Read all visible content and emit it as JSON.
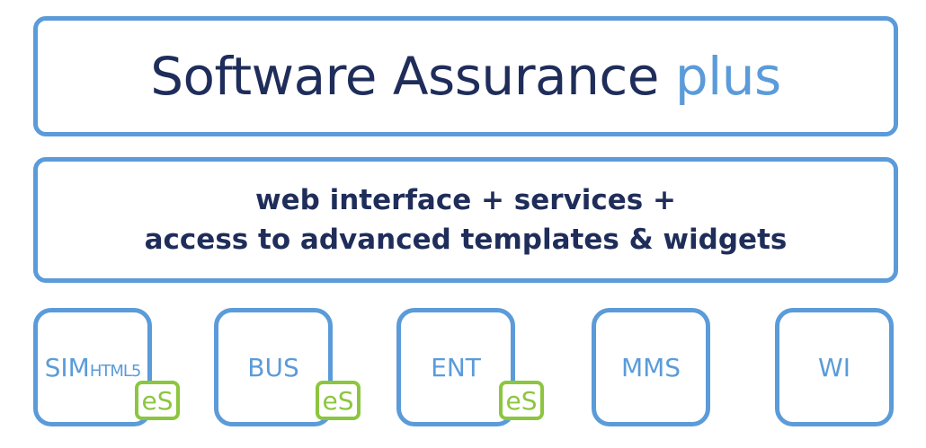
{
  "header": {
    "title_main": "Software Assurance",
    "title_accent": "plus"
  },
  "features": {
    "line1": "web interface + services +",
    "line2": "access to advanced templates & widgets"
  },
  "modules": [
    {
      "label": "SIM",
      "sub": "HTML5",
      "badge": "eS"
    },
    {
      "label": "BUS",
      "badge": "eS"
    },
    {
      "label": "ENT",
      "badge": "eS"
    },
    {
      "label": "MMS"
    },
    {
      "label": "WI"
    }
  ],
  "colors": {
    "navy": "#1f2d5a",
    "blue": "#5b9bd9",
    "green": "#8cc63f"
  }
}
